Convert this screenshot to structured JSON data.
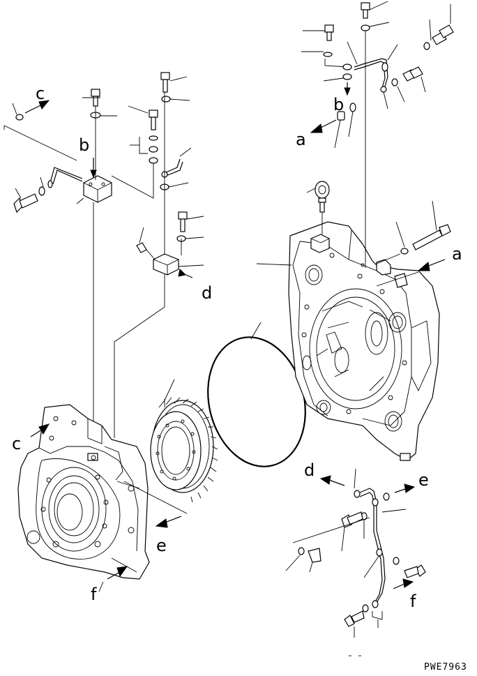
{
  "labels": {
    "a": "a",
    "b": "b",
    "c": "c",
    "d": "d",
    "e": "e",
    "f": "f"
  },
  "drawing_code": "PWE7963"
}
